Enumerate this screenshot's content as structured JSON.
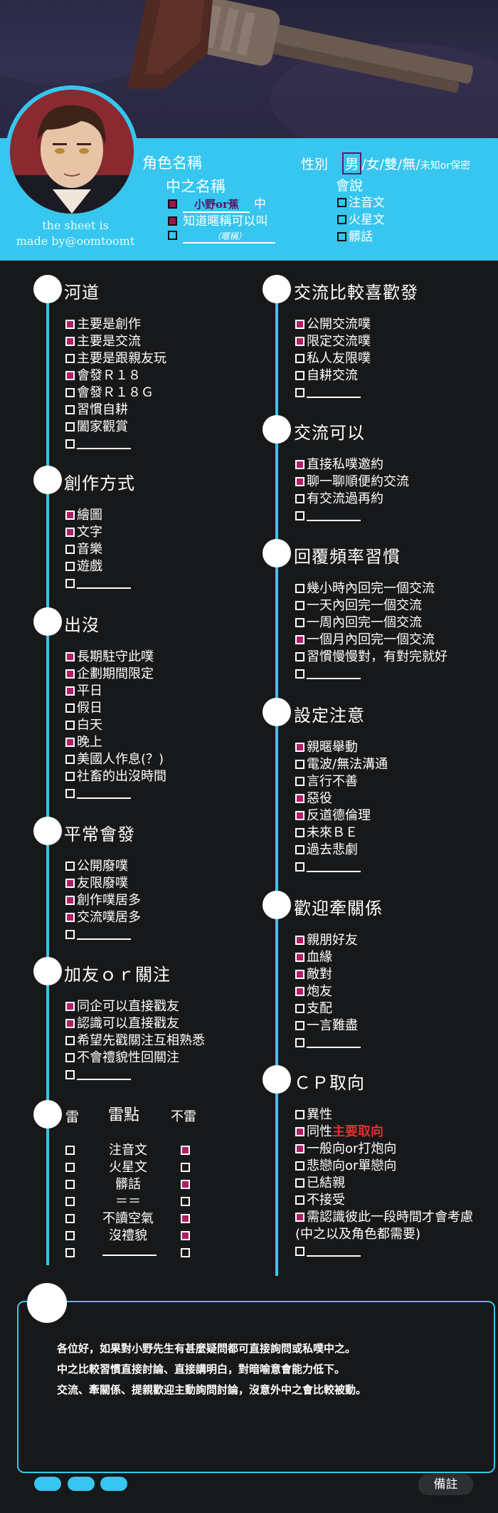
{
  "header": {
    "char_name_label": "角色名稱",
    "gender_label": "性別",
    "gender_options": [
      "男",
      "女",
      "雙",
      "無",
      "未知or保密"
    ],
    "gender_selected": "男",
    "pl_name_label": "中之名稱",
    "pl_name_value": "小野or蕉",
    "pl_name_suffix": "中",
    "pl_option_2": "知道暱稱可以叫",
    "pl_blank_hint": "（暱稱）",
    "speech_label": "會說",
    "speech_options": [
      {
        "label": "注音文",
        "checked": false
      },
      {
        "label": "火星文",
        "checked": false
      },
      {
        "label": "髒話",
        "checked": false
      }
    ],
    "credit_line1": "the sheet is",
    "credit_line2": "made by@oomtoomt"
  },
  "left_sections": [
    {
      "title": "河道",
      "items": [
        {
          "label": "主要是創作",
          "checked": true
        },
        {
          "label": "主要是交流",
          "checked": true
        },
        {
          "label": "主要是跟親友玩",
          "checked": false
        },
        {
          "label": "會發Ｒ１８",
          "checked": true
        },
        {
          "label": "會發Ｒ１８Ｇ",
          "checked": false
        },
        {
          "label": "習慣自耕",
          "checked": false
        },
        {
          "label": "闔家觀賞",
          "checked": false
        },
        {
          "label": "",
          "checked": false
        }
      ]
    },
    {
      "title": "創作方式",
      "items": [
        {
          "label": "繪圖",
          "checked": true
        },
        {
          "label": "文字",
          "checked": true
        },
        {
          "label": "音樂",
          "checked": false
        },
        {
          "label": "遊戲",
          "checked": false
        },
        {
          "label": "",
          "checked": false
        }
      ]
    },
    {
      "title": "出沒",
      "items": [
        {
          "label": "長期駐守此噗",
          "checked": true
        },
        {
          "label": "企劃期間限定",
          "checked": true
        },
        {
          "label": "平日",
          "checked": true
        },
        {
          "label": "假日",
          "checked": false
        },
        {
          "label": "白天",
          "checked": false
        },
        {
          "label": "晚上",
          "checked": true
        },
        {
          "label": "美國人作息(？)",
          "checked": false
        },
        {
          "label": "社畜的出沒時間",
          "checked": false
        },
        {
          "label": "",
          "checked": false
        }
      ]
    },
    {
      "title": "平常會發",
      "items": [
        {
          "label": "公開廢噗",
          "checked": false
        },
        {
          "label": "友限廢噗",
          "checked": true
        },
        {
          "label": "創作噗居多",
          "checked": true
        },
        {
          "label": "交流噗居多",
          "checked": true
        },
        {
          "label": "",
          "checked": false
        }
      ]
    },
    {
      "title": "加友ｏｒ關注",
      "items": [
        {
          "label": "同企可以直接戳友",
          "checked": true
        },
        {
          "label": "認識可以直接戳友",
          "checked": true
        },
        {
          "label": "希望先戳關注互相熟悉",
          "checked": false
        },
        {
          "label": "不會禮貌性回關注",
          "checked": false
        },
        {
          "label": "",
          "checked": false
        }
      ]
    }
  ],
  "thunder": {
    "left_label": "雷",
    "mid_label": "雷點",
    "right_label": "不雷",
    "rows": [
      {
        "label": "注音文",
        "lei": false,
        "bulei": true
      },
      {
        "label": "火星文",
        "lei": false,
        "bulei": false
      },
      {
        "label": "髒話",
        "lei": false,
        "bulei": true
      },
      {
        "label": "＝＝",
        "lei": false,
        "bulei": false
      },
      {
        "label": "不讀空氣",
        "lei": false,
        "bulei": true
      },
      {
        "label": "沒禮貌",
        "lei": false,
        "bulei": true
      },
      {
        "label": "",
        "lei": false,
        "bulei": false
      }
    ]
  },
  "right_sections": [
    {
      "title": "交流比較喜歡發",
      "items": [
        {
          "label": "公開交流噗",
          "checked": true
        },
        {
          "label": "限定交流噗",
          "checked": true
        },
        {
          "label": "私人友限噗",
          "checked": false
        },
        {
          "label": "自耕交流",
          "checked": false
        },
        {
          "label": "",
          "checked": false
        }
      ]
    },
    {
      "title": "交流可以",
      "items": [
        {
          "label": "直接私噗邀約",
          "checked": true
        },
        {
          "label": "聊一聊順便約交流",
          "checked": true
        },
        {
          "label": "有交流過再約",
          "checked": false
        },
        {
          "label": "",
          "checked": false
        }
      ]
    },
    {
      "title": "回覆頻率習慣",
      "items": [
        {
          "label": "幾小時內回完一個交流",
          "checked": false
        },
        {
          "label": "一天內回完一個交流",
          "checked": false
        },
        {
          "label": "一周內回完一個交流",
          "checked": false
        },
        {
          "label": "一個月內回完一個交流",
          "checked": true
        },
        {
          "label": "習慣慢慢對，有對完就好",
          "checked": false
        },
        {
          "label": "",
          "checked": false
        }
      ]
    },
    {
      "title": "設定注意",
      "items": [
        {
          "label": "親暱舉動",
          "checked": true
        },
        {
          "label": "電波/無法溝通",
          "checked": false
        },
        {
          "label": "言行不善",
          "checked": false
        },
        {
          "label": "惡役",
          "checked": true
        },
        {
          "label": "反道德倫理",
          "checked": true
        },
        {
          "label": "未來ＢＥ",
          "checked": false
        },
        {
          "label": "過去悲劇",
          "checked": false
        },
        {
          "label": "",
          "checked": false
        }
      ]
    },
    {
      "title": "歡迎牽關係",
      "items": [
        {
          "label": "親朋好友",
          "checked": true
        },
        {
          "label": "血緣",
          "checked": true
        },
        {
          "label": "敵對",
          "checked": true
        },
        {
          "label": "炮友",
          "checked": true
        },
        {
          "label": "支配",
          "checked": false
        },
        {
          "label": "一言難盡",
          "checked": false
        },
        {
          "label": "",
          "checked": false
        }
      ]
    },
    {
      "title": "ＣＰ取向",
      "items": [
        {
          "label": "異性",
          "checked": false
        },
        {
          "label": "同性",
          "checked": true,
          "emph": "主要取向"
        },
        {
          "label": "一般向or打炮向",
          "checked": true
        },
        {
          "label": "悲戀向or單戀向",
          "checked": false
        },
        {
          "label": "已結親",
          "checked": false
        },
        {
          "label": "不接受",
          "checked": false
        },
        {
          "label": "需認識彼此一段時間才會考慮",
          "checked": true
        },
        {
          "label": "(中之以及角色都需要)",
          "checked": false,
          "nobox": true
        },
        {
          "label": "",
          "checked": false
        }
      ]
    }
  ],
  "memo": {
    "lines": [
      "各位好，如果對小野先生有甚麼疑問都可直接詢問或私噗中之。",
      "中之比較習慣直接討論、直接講明白，對暗喻意會能力低下。",
      "交流、牽關係、提親歡迎主動詢問討論，沒意外中之會比較被動。"
    ],
    "tab_label": "備註"
  },
  "colors": {
    "accent": "#36c6ef",
    "check": "#b21d66",
    "bg": "#171819"
  }
}
